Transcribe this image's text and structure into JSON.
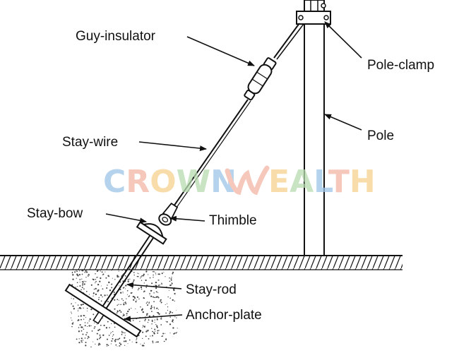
{
  "labels": {
    "guy_insulator": "Guy-insulator",
    "pole_clamp": "Pole-clamp",
    "pole": "Pole",
    "stay_wire": "Stay-wire",
    "stay_bow": "Stay-bow",
    "thimble": "Thimble",
    "stay_rod": "Stay-rod",
    "anchor_plate": "Anchor-plate"
  },
  "watermark": {
    "part1": "CROWN",
    "part2": "EALTH",
    "colors": [
      "#9ec5e8",
      "#f3b6a6",
      "#f6d28e",
      "#b7dcb0"
    ]
  },
  "colors": {
    "ink": "#111111",
    "soil": "#444444"
  }
}
